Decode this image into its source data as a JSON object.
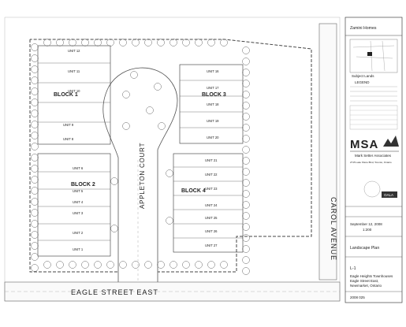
{
  "plan": {
    "street": "EAGLE STREET EAST",
    "court": "APPLETON COURT",
    "avenue": "CAROL AVENUE",
    "blocks": [
      {
        "id": "block1",
        "label": "BLOCK 1"
      },
      {
        "id": "block2",
        "label": "BLOCK 2"
      },
      {
        "id": "block3",
        "label": "BLOCK 3"
      },
      {
        "id": "block4",
        "label": "BLOCK 4"
      }
    ],
    "units_left_top": [
      "UNIT 12",
      "UNIT 11",
      "UNIT 10",
      "UNIT 9",
      "UNIT 8"
    ],
    "units_left_bottom": [
      "UNIT 6",
      "UNIT 5",
      "UNIT 4",
      "UNIT 3",
      "UNIT 2",
      "UNIT 1"
    ],
    "units_right_top": [
      "UNIT 16",
      "UNIT 17",
      "UNIT 18",
      "UNIT 19",
      "UNIT 20"
    ],
    "units_right_bottom": [
      "UNIT 21",
      "UNIT 22",
      "UNIT 23",
      "UNIT 24",
      "UNIT 25",
      "UNIT 26",
      "UNIT 27"
    ]
  },
  "title_block": {
    "client": "Zamini Homes",
    "legend_title": "LEGEND",
    "firm_short": "MSA",
    "firm_name": "Mark Setter Associates",
    "firm_address": "2715 Lake Shore Blvd, Toronto, Ontario",
    "oala": "OALA",
    "subject_lands": "Subject Lands",
    "date": "September 12, 2008",
    "scale": "1:200",
    "sheet_title": "Landscape Plan",
    "sheet_no": "L-1",
    "project_line1": "Eagle Heights Townhouses",
    "project_line2": "Eagle Street East,",
    "project_line3": "Newmarket, Ontario",
    "project_no": "2008 025"
  }
}
